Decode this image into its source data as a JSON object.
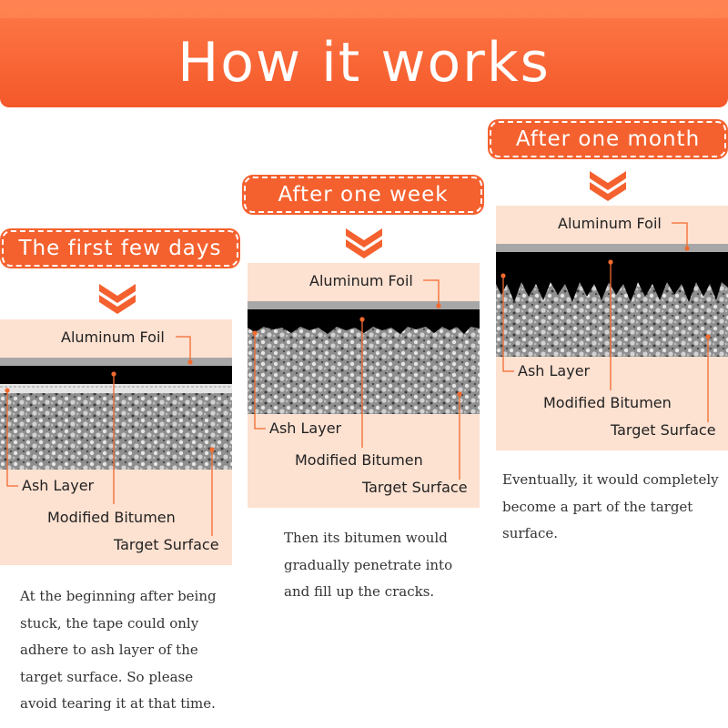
{
  "title": "How it works",
  "colors": {
    "accent": "#f4612f",
    "panel": "#fde1d1",
    "leader": "#f26a2e"
  },
  "stages": [
    {
      "heading": "The first few days",
      "labels": {
        "foil": "Aluminum Foil",
        "ash": "Ash Layer",
        "bitumen": "Modified Bitumen",
        "surface": "Target Surface"
      },
      "description": "At the beginning after being stuck, the tape could only adhere to ash layer of the target surface. So please avoid tearing it at that time."
    },
    {
      "heading": "After one week",
      "labels": {
        "foil": "Aluminum Foil",
        "ash": "Ash Layer",
        "bitumen": "Modified Bitumen",
        "surface": "Target Surface"
      },
      "description": "Then its bitumen would gradually penetrate into and fill up the cracks."
    },
    {
      "heading": "After one month",
      "labels": {
        "foil": "Aluminum Foil",
        "ash": "Ash Layer",
        "bitumen": "Modified Bitumen",
        "surface": "Target Surface"
      },
      "description": "Eventually, it would completely become a part of the target surface."
    }
  ]
}
